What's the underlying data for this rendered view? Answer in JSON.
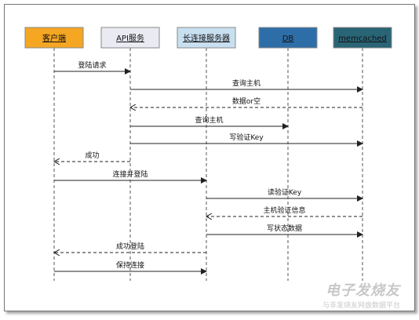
{
  "actors": [
    {
      "id": "client",
      "label": "客户端",
      "fill": "#f5a623",
      "text_color": "#111111"
    },
    {
      "id": "api",
      "label": "API服务",
      "fill": "#eaeaf2",
      "text_color": "#111111"
    },
    {
      "id": "long",
      "label": "长连接服务器",
      "fill": "#c8dff0",
      "text_color": "#111111"
    },
    {
      "id": "db",
      "label": "DB",
      "fill": "#2e6ea8",
      "text_color": "#111111"
    },
    {
      "id": "mem",
      "label": "memcached",
      "fill": "#2a6576",
      "text_color": "#111111"
    }
  ],
  "messages": [
    {
      "from": "client",
      "to": "api",
      "label": "登陆请求",
      "style": "solid"
    },
    {
      "from": "api",
      "to": "mem",
      "label": "查询主机",
      "style": "solid"
    },
    {
      "from": "mem",
      "to": "api",
      "label": "数据or空",
      "style": "dashed"
    },
    {
      "from": "api",
      "to": "db",
      "label": "查询主机",
      "style": "solid"
    },
    {
      "from": "api",
      "to": "mem",
      "label": "写验证Key",
      "style": "solid"
    },
    {
      "from": "api",
      "to": "client",
      "label": "成功",
      "style": "dashed"
    },
    {
      "from": "client",
      "to": "long",
      "label": "连接并登陆",
      "style": "solid"
    },
    {
      "from": "long",
      "to": "mem",
      "label": "读验证Key",
      "style": "solid"
    },
    {
      "from": "mem",
      "to": "long",
      "label": "主机验证信息",
      "style": "dashed"
    },
    {
      "from": "long",
      "to": "mem",
      "label": "写状态数据",
      "style": "solid"
    },
    {
      "from": "long",
      "to": "client",
      "label": "成功登陆",
      "style": "dashed"
    },
    {
      "from": "client",
      "to": "long",
      "label": "保持连接",
      "style": "solid"
    }
  ],
  "watermark": {
    "main": "电子发烧友",
    "sub": "与非发烧友网盘数据平台"
  }
}
